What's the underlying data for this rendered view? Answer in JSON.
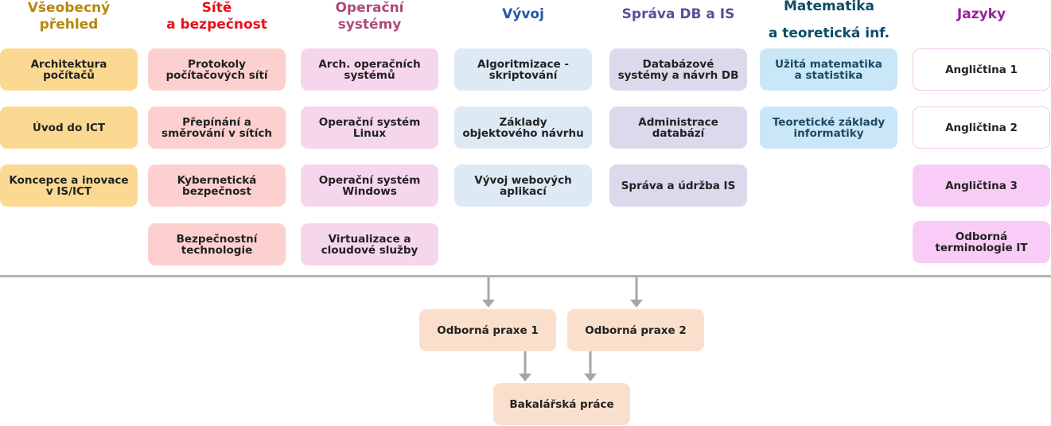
{
  "columns": [
    {
      "title": "Všeobecný\npřehled",
      "color": "#b8860b",
      "items": [
        "Architektura\npočítačů",
        "Úvod do ICT",
        "Koncepce a inovace\nv IS/ICT"
      ]
    },
    {
      "title": "Sítě\na bezpečnost",
      "color": "#e8101a",
      "items": [
        "Protokoly\npočítačových sítí",
        "Přepínání a\nsměrování v sítích",
        "Kybernetická\nbezpečnost",
        "Bezpečnostní\ntechnologie"
      ]
    },
    {
      "title": "Operační\nsystémy",
      "color": "#b04a78",
      "items": [
        "Arch. operačních\nsystémů",
        "Operační systém\nLinux",
        "Operační systém\nWindows",
        "Virtualizace a\ncloudové služby"
      ]
    },
    {
      "title": "Vývoj",
      "color": "#2457a6",
      "items": [
        "Algoritmizace -\nskriptování",
        "Základy\nobjektového návrhu",
        "Vývoj webových\naplikací"
      ]
    },
    {
      "title": "Správa DB a IS",
      "color": "#5c4d99",
      "items": [
        "Databázové\nsystémy a návrh DB",
        "Administrace\ndatabází",
        "Správa a údržba IS"
      ]
    },
    {
      "title": "Matematika\n\na teoretická inf.",
      "color": "#0c4d66",
      "items": [
        "Užitá matematika\na statistika",
        "Teoretické základy\ninformatiky"
      ]
    },
    {
      "title": "Jazyky",
      "color": "#9c1fa3",
      "items": [
        "Angličtina 1",
        "Angličtina 2",
        "Angličtina 3",
        "Odborná\nterminologie IT"
      ]
    }
  ],
  "bottom": {
    "practice1": "Odborná praxe 1",
    "practice2": "Odborná praxe 2",
    "thesis": "Bakalářská práce"
  }
}
